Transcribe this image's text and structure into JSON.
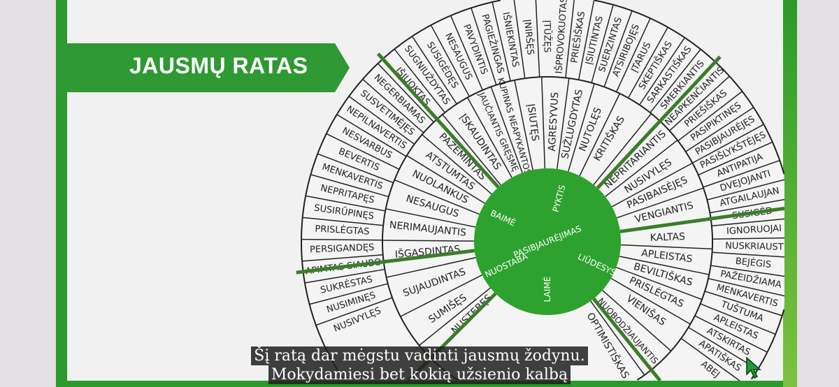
{
  "title": "JAUSMŲ RATAS",
  "core_emotions": [
    "PYKTIS",
    "BAIMĖ",
    "PASIBJAURĖJIMAS",
    "LIŪDESYS",
    "LAIMĖ",
    "NUOSTABA"
  ],
  "middle_ring": [
    "NUSTEBĘS",
    "SUMIŠĘS",
    "SUJAUDINTAS",
    "IŠGĄSDINTAS",
    "NERIMAUJANTIS",
    "NESAUGUS",
    "NUOLANKUS",
    "ATSTUMTAS",
    "PAŽEMINTAS",
    "ĮSKAUDINTAS",
    "JAUČIANTIS GRĘSMĘ",
    "KUPINAS NEAPYKANTOS",
    "ĮSIUTĘS",
    "AGRESYVUS",
    "SUŽLUGDYTAS",
    "NUTOLĘS",
    "KRITIŠKAS",
    "NEPRITARIANTIS",
    "NUSIVYLĘS",
    "PASIBAISĖJĘS",
    "VENGIANTIS",
    "KALTAS",
    "APLEISTAS",
    "BEVILTIŠKAS",
    "PRISLĖGTAS",
    "VIENIŠAS",
    "NUOBODŽIAUJANTIS",
    "OPTIMISTIŠKAS"
  ],
  "outer_ring_left": [
    "NUSIVYLĘS",
    "NUSIMINĘS",
    "SUKRĖSTAS",
    "APIMTAS SIAUBO",
    "PERSIGANDĘS",
    "PRISLĖGTAS",
    "SUSIRŪPINĘS",
    "NEPRITAPĘS",
    "MENKAVERTIS",
    "BEVERTIS",
    "NESVARBUS",
    "NEPILNAVERTIS",
    "SUSVETIMĖJĘS",
    "NEGERBIAMAS",
    "IŠJUOKTAS",
    "SUGNIUŽDYTAS",
    "SUSIGĖDĘS",
    "NESAUGUS",
    "PAVYDINTIS",
    "PAGIEŽINGAS",
    "IŠNIEKINTAS",
    "ĮNIRŠĘS",
    "ĮTŪŽĘS"
  ],
  "outer_ring_right": [
    "IŠPROVOKUOTAS",
    "PRIEŠIŠKAS",
    "ĮSIUTINTAS",
    "SUERZINTAS",
    "ATSIRIBOJĘS",
    "ĮTARUS",
    "SKEPTIŠKAS",
    "SARKASTIŠKAS",
    "SMERKIANTIS",
    "NEAPKENČIANTIS",
    "PRIEŠIŠKAS",
    "PASIPIKTINĘS",
    "PASIBJAURĖJĘS",
    "PASIŠLYKŠTĖJĘS",
    "ANTIPATIJA",
    "DVEJOJANTI",
    "ATGAILAUJAN",
    "SUSIGĖD",
    "IGNORUOJAI",
    "NUSKRIAUST",
    "BEJĖGIS",
    "PAŽEIDŽIAMA",
    "MENKAVERTIS",
    "TUŠTUMA",
    "APLEISTAS",
    "ATSKIRTAS",
    "APATIŠKAS",
    "ABEJ"
  ],
  "subtitles": [
    "Šį ratą dar mėgstu vadinti jausmų žodynu.",
    "Mokydamiesi bet kokią užsienio kalbą"
  ],
  "colors": {
    "green": "#2f9a33",
    "wheel_center": "#2ea22e",
    "divider": "#3b7d2a"
  }
}
